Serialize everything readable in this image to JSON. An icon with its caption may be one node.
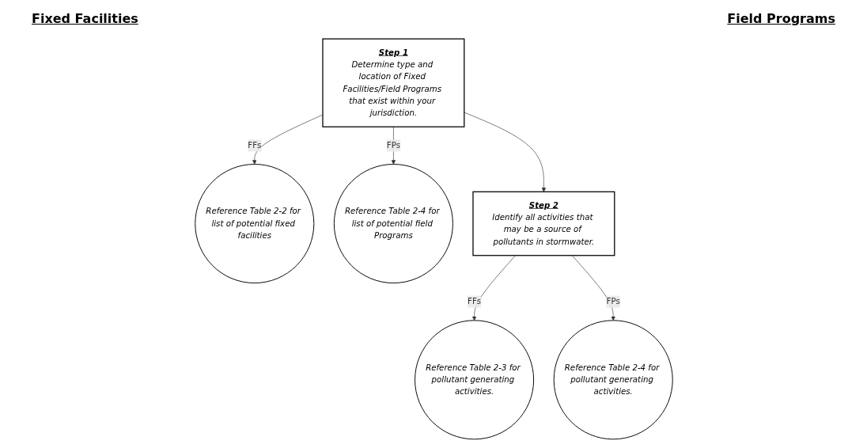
{
  "diagram": {
    "nodes": [
      {
        "text": [
          "Step 1",
          "Determine type and location of Fixed Facilities/Field Programs that exist within your jurisdiction."
        ]
      },
      {
        "text": [
          "Reference Table 2-2 for list of potential fixed facilities"
        ]
      },
      {
        "text": [
          "Reference Table 2-4 for list of potential field Programs"
        ]
      },
      {
        "text": [
          "Step 2",
          "Identify all activities that may be a source of pollutants in stormwater."
        ]
      },
      {
        "text": [
          "Reference Table 2-3 for pollutant generating activities."
        ]
      },
      {
        "text": [
          "Reference Table 2-4 for pollutant generating activities."
        ]
      }
    ],
    "edges": [
      {
        "from": 0,
        "to": 1,
        "arrow": "to",
        "label": "FFs"
      },
      {
        "from": 0,
        "to": 2,
        "arrow": "to",
        "label": "FPs"
      },
      {
        "from": 0,
        "to": 3,
        "arrow": "to"
      },
      {
        "from": 3,
        "to": 4,
        "arrow": "to",
        "label": "FFs"
      },
      {
        "from": 3,
        "to": 5,
        "arrow": "to",
        "label": "FPs"
      }
    ],
    "labels": [
      "Fixed Facilities",
      "Field Programs"
    ]
  }
}
